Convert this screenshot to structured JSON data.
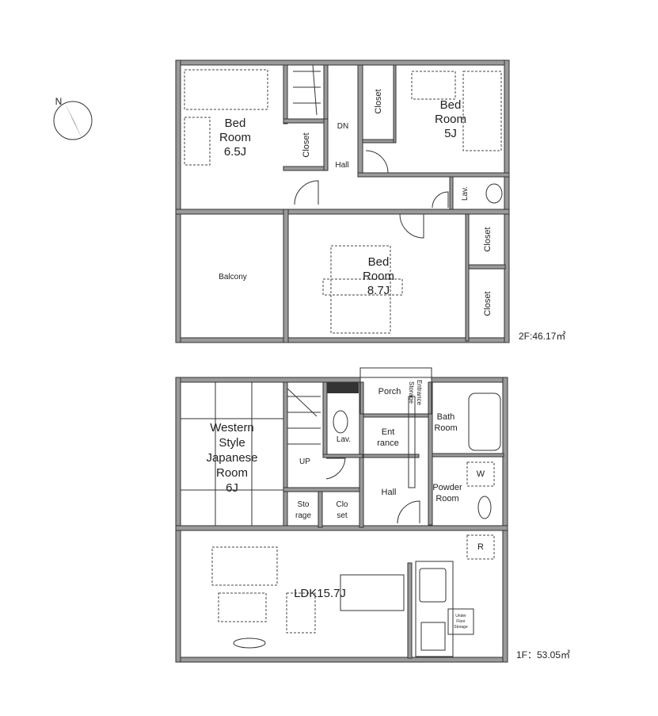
{
  "compass": {
    "label": "N"
  },
  "floor2": {
    "area_label": "2F:46.17㎡",
    "rooms": {
      "bed_a": [
        "Bed",
        "Room",
        "6.5J"
      ],
      "bed_b": [
        "Bed",
        "Room",
        "5J"
      ],
      "bed_c": [
        "Bed",
        "Room",
        "8.7J"
      ],
      "closet": "Closet",
      "balcony": "Balcony",
      "hall": "Hall",
      "dn": "DN",
      "lav": "Lav."
    }
  },
  "floor1": {
    "area_label": "1F：53.05㎡",
    "rooms": {
      "japanese": [
        "Western",
        "Style",
        "Japanese",
        "Room",
        "6J"
      ],
      "porch": "Porch",
      "entrance_storage": [
        "Entrance",
        "Storage"
      ],
      "entrance": [
        "Ent",
        "rance"
      ],
      "bath": [
        "Bath",
        "Room"
      ],
      "powder": [
        "Powder",
        "Room"
      ],
      "w": "W",
      "r": "R",
      "lav": "Lav.",
      "up": "UP",
      "hall": "Hall",
      "storage": [
        "Sto",
        "rage"
      ],
      "closet": [
        "Clo",
        "set"
      ],
      "ldk": "LDK15.7J",
      "under_floor": [
        "Under",
        "Floor",
        "Storage"
      ]
    }
  }
}
